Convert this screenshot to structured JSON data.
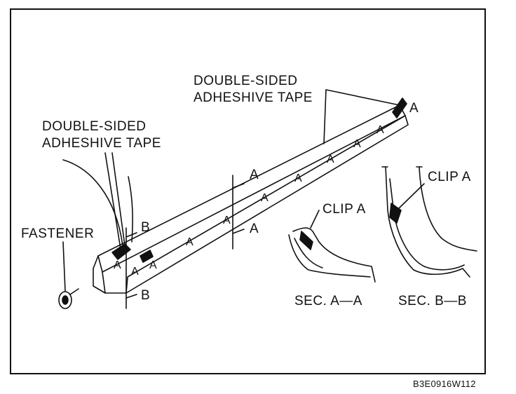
{
  "labels": {
    "tape_top_line1": "DOUBLE-SIDED",
    "tape_top_line2": "ADHESHIVE TAPE",
    "tape_left_line1": "DOUBLE-SIDED",
    "tape_left_line2": "ADHESHIVE TAPE",
    "fastener": "FASTENER",
    "clip_a_left": "CLIP A",
    "clip_a_right": "CLIP A",
    "section_aa": "SEC. A—A",
    "section_bb": "SEC. B—B",
    "cut_a_upper": "A",
    "cut_a_lower": "A",
    "cut_b_upper": "B",
    "cut_b_lower": "B",
    "end_a": "A",
    "a_marks": [
      "A",
      "A",
      "A",
      "A",
      "A",
      "A",
      "A",
      "A",
      "A",
      "A"
    ]
  },
  "figure_code": "B3E0916W112"
}
